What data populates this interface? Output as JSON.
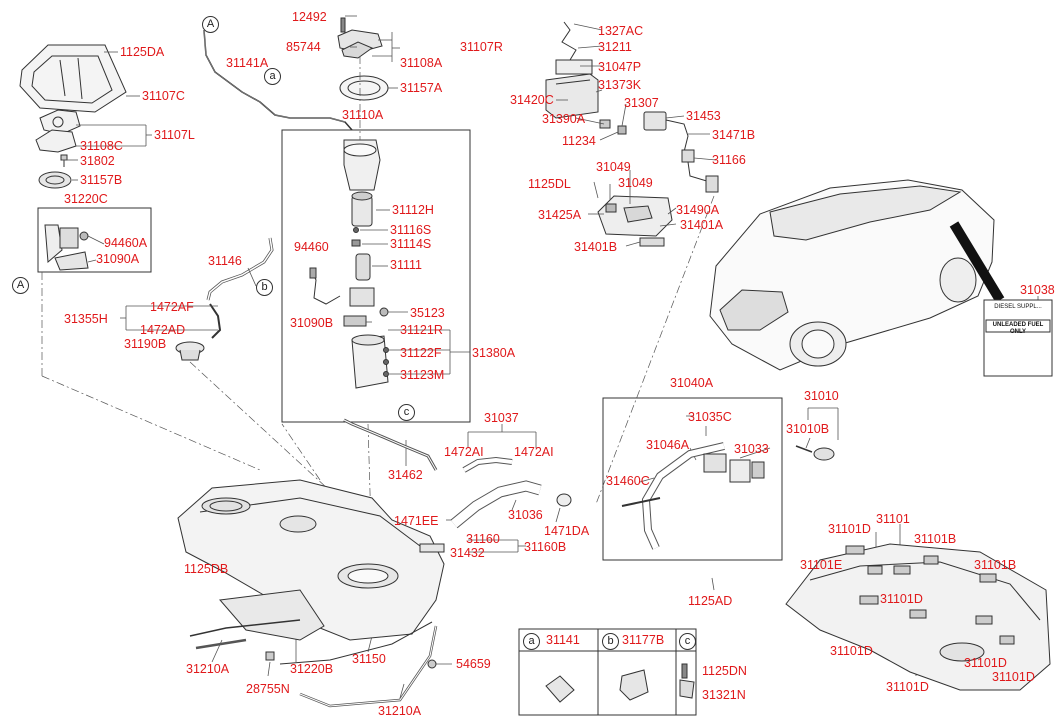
{
  "diagram": {
    "labels": {
      "l12492": "12492",
      "l85744": "85744",
      "l31108A": "31108A",
      "l31107R": "31107R",
      "l31157A": "31157A",
      "l31141A": "31141A",
      "l1125DA": "1125DA",
      "l31107C": "31107C",
      "l31107L": "31107L",
      "l31108C": "31108C",
      "l31802": "31802",
      "l31157B": "31157B",
      "l31220C": "31220C",
      "l94460A": "94460A",
      "l31090A": "31090A",
      "l31110A": "31110A",
      "l31112H": "31112H",
      "l31116S": "31116S",
      "l31114S": "31114S",
      "l94460": "94460",
      "l31111": "31111",
      "l35123": "35123",
      "l31090B": "31090B",
      "l31121R": "31121R",
      "l31122F": "31122F",
      "l31380A": "31380A",
      "l31123M": "31123M",
      "l31146": "31146",
      "l1472AF": "1472AF",
      "l31355H": "31355H",
      "l1472AD": "1472AD",
      "l31190B": "31190B",
      "l1327AC": "1327AC",
      "l31211": "31211",
      "l31047P": "31047P",
      "l31420C": "31420C",
      "l31373K": "31373K",
      "l31307": "31307",
      "l31453": "31453",
      "l31390A": "31390A",
      "l31471B": "31471B",
      "l11234": "11234",
      "l31049a": "31049",
      "l31049b": "31049",
      "l31166": "31166",
      "l1125DL": "1125DL",
      "l31425A": "31425A",
      "l31490A": "31490A",
      "l31401A": "31401A",
      "l31401B": "31401B",
      "l31038": "31038",
      "l31040A": "31040A",
      "l31035C": "31035C",
      "l31010": "31010",
      "l31046A": "31046A",
      "l31033": "31033",
      "l31010B": "31010B",
      "l31460C": "31460C",
      "l31037": "31037",
      "l1472AIa": "1472AI",
      "l1472AIb": "1472AI",
      "l31462": "31462",
      "l31036": "31036",
      "l1471EE": "1471EE",
      "l1471DA": "1471DA",
      "l31160": "31160",
      "l31432": "31432",
      "l31160B": "31160B",
      "l1125DB": "1125DB",
      "l1125AD": "1125AD",
      "l31101D_1": "31101D",
      "l31101": "31101",
      "l31101E": "31101E",
      "l31101B_1": "31101B",
      "l31101B_2": "31101B",
      "l31101D_2": "31101D",
      "l31101D_3": "31101D",
      "l31101D_4": "31101D",
      "l31101D_5": "31101D",
      "l31101D_6": "31101D",
      "l31210A_1": "31210A",
      "l31220B": "31220B",
      "l31150": "31150",
      "l54659": "54659",
      "l28755N": "28755N",
      "l31210A_2": "31210A"
    },
    "callouts": {
      "A": "A",
      "a": "a",
      "b": "b",
      "c": "c"
    },
    "legend": {
      "a": {
        "marker": "a",
        "part": "31141"
      },
      "b": {
        "marker": "b",
        "part": "31177B"
      },
      "c": {
        "marker": "c",
        "part1": "1125DN",
        "part2": "31321N"
      }
    },
    "decal": {
      "line1": "DIESEL SUPPL...",
      "main": "UNLEADED FUEL ONLY"
    }
  }
}
